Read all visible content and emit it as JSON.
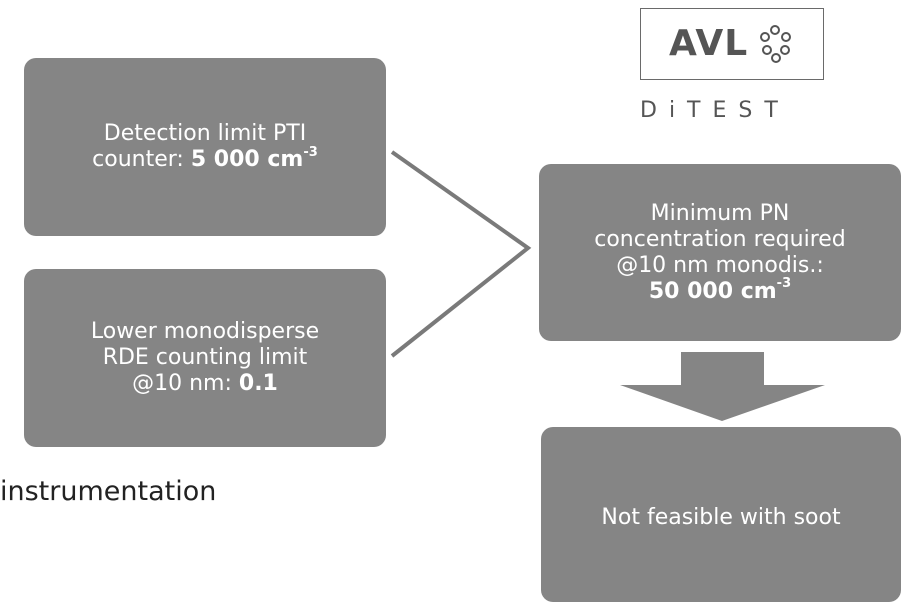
{
  "boxes": {
    "detection": {
      "text": "Detection limit PTI counter: ",
      "value": "5 000 cm",
      "exp": "-3"
    },
    "rde": {
      "line1": "Lower monodisperse",
      "line2": "RDE counting limit",
      "line3": "@10 nm: ",
      "value": "0.1"
    },
    "minimum": {
      "line1": "Minimum PN",
      "line2": "concentration required",
      "line3": "@10 nm monodis.:",
      "value": "50 000 cm",
      "exp": "-3"
    },
    "result": {
      "text": "Not feasible with soot"
    }
  },
  "side_text": "instrumentation",
  "logo": {
    "brand": "AVL",
    "sub": "DiTEST"
  },
  "colors": {
    "box_fill": "#858585",
    "connector": "#7a7a7a",
    "text_on_box": "#ffffff"
  }
}
